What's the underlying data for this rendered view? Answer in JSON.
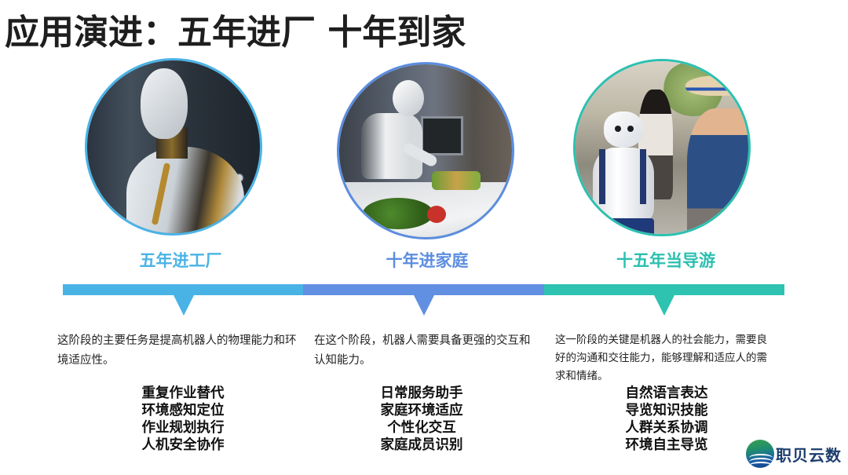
{
  "title": "应用演进：五年进厂 十年到家",
  "colors": {
    "stage1": "#4ab3e6",
    "stage2": "#6190e2",
    "stage3": "#2ec3b1",
    "title": "#1e1e1e",
    "logo_text": "#1c3d6e"
  },
  "stages": [
    {
      "label": "五年进工厂",
      "image": "humanoid-robot-factory-photo",
      "description": "这阶段的主要任务是提高机器人的物理能力和环境适应性。",
      "features": [
        "重复作业替代",
        "环境感知定位",
        "作业规划执行",
        "人机安全协作"
      ]
    },
    {
      "label": "十年进家庭",
      "image": "kitchen-robot-home-photo",
      "description": "在这个阶段，机器人需要具备更强的交互和认知能力。",
      "features": [
        "日常服务助手",
        "家庭环境适应",
        "个性化交互",
        "家庭成员识别"
      ]
    },
    {
      "label": "十五年当导游",
      "image": "tour-guide-robot-photo",
      "description": "这一阶段的关键是机器人的社会能力，需要良好的沟通和交往能力，能够理解和适应人的需求和情绪。",
      "features": [
        "自然语言表达",
        "导览知识技能",
        "人群关系协调",
        "环境自主导览"
      ]
    }
  ],
  "logo": {
    "icon": "wave-globe-logo-icon",
    "text": "职贝云数"
  }
}
